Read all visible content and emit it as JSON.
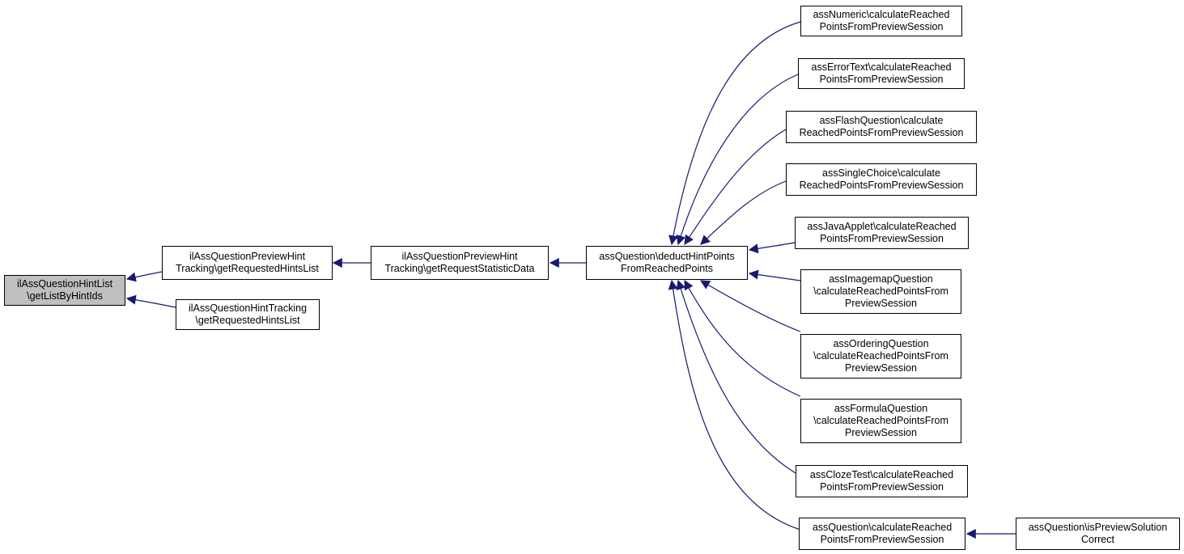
{
  "colors": {
    "edge": "#191970",
    "node_border": "#000000",
    "root_fill": "#bfbfbf",
    "node_fill": "#ffffff"
  },
  "nodes": {
    "root": {
      "line1": "ilAssQuestionHintList",
      "line2": "\\getListByHintIds"
    },
    "preview_hints": {
      "line1": "ilAssQuestionPreviewHint",
      "line2": "Tracking\\getRequestedHintsList"
    },
    "tracking_hints": {
      "line1": "ilAssQuestionHintTracking",
      "line2": "\\getRequestedHintsList"
    },
    "preview_stats": {
      "line1": "ilAssQuestionPreviewHint",
      "line2": "Tracking\\getRequestStatisticData"
    },
    "deduct": {
      "line1": "assQuestion\\deductHintPoints",
      "line2": "FromReachedPoints"
    },
    "numeric": {
      "line1": "assNumeric\\calculateReached",
      "line2": "PointsFromPreviewSession"
    },
    "errortext": {
      "line1": "assErrorText\\calculateReached",
      "line2": "PointsFromPreviewSession"
    },
    "flash": {
      "line1": "assFlashQuestion\\calculate",
      "line2": "ReachedPointsFromPreviewSession"
    },
    "singlechoice": {
      "line1": "assSingleChoice\\calculate",
      "line2": "ReachedPointsFromPreviewSession"
    },
    "javaapplet": {
      "line1": "assJavaApplet\\calculateReached",
      "line2": "PointsFromPreviewSession"
    },
    "imagemap": {
      "line1": "assImagemapQuestion",
      "line2": "\\calculateReachedPointsFrom",
      "line3": "PreviewSession"
    },
    "ordering": {
      "line1": "assOrderingQuestion",
      "line2": "\\calculateReachedPointsFrom",
      "line3": "PreviewSession"
    },
    "formula": {
      "line1": "assFormulaQuestion",
      "line2": "\\calculateReachedPointsFrom",
      "line3": "PreviewSession"
    },
    "cloze": {
      "line1": "assClozeTest\\calculateReached",
      "line2": "PointsFromPreviewSession"
    },
    "question_calc": {
      "line1": "assQuestion\\calculateReached",
      "line2": "PointsFromPreviewSession"
    },
    "preview_correct": {
      "line1": "assQuestion\\isPreviewSolution",
      "line2": "Correct"
    }
  }
}
